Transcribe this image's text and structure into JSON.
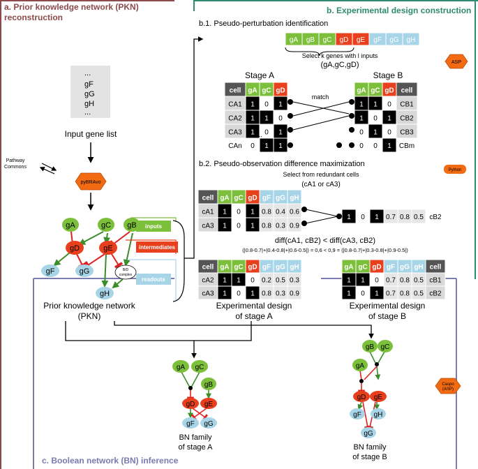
{
  "panels": {
    "a_title_line1": "a. Prior knowledge network (PKN)",
    "a_title_line2": "reconstruction",
    "b_title": "b. Experimental design construction",
    "c_title": "c. Boolean network (BN) inference"
  },
  "colors": {
    "panel_a": "#8c4a4a",
    "panel_b": "#2e8b72",
    "panel_c": "#7b7bb0",
    "input_green": "#7cbf3a",
    "intermediate_red": "#e8401c",
    "readout_blue": "#a7d4e6",
    "header_gray": "#555555",
    "cell_gray": "#d8d8d8",
    "tool_orange": "#f26b12"
  },
  "panel_a": {
    "gene_list": [
      "...",
      "gF",
      "gG",
      "gH",
      "..."
    ],
    "gene_list_label": "Input gene list",
    "pathway_commons_line1": "Pathway",
    "pathway_commons_line2": "Commons",
    "tool": "pyBRAvo",
    "legend": {
      "inputs": "inputs",
      "intermediates": "intermediates",
      "readouts": "readouts"
    },
    "complex_line1": "B/D",
    "complex_line2": "complex",
    "pkn_label_line1": "Prior knowledge network",
    "pkn_label_line2": "(PKN)"
  },
  "panel_b": {
    "b1_title": "b.1. Pseudo-perturbation identification",
    "genes": [
      "gA",
      "gB",
      "gC",
      "gD",
      "gE",
      "gF",
      "gG",
      "gH"
    ],
    "select_text": "Select k genes with l inputs",
    "select_set": "(gA,gC,gD)",
    "asp_tool": "ASP",
    "stageA_label": "Stage A",
    "stageB_label": "Stage B",
    "match_label": "match",
    "stageA_header": [
      "cell",
      "gA",
      "gC",
      "gD"
    ],
    "stageB_header": [
      "gA",
      "gC",
      "gD",
      "cell"
    ],
    "stageA_rows": [
      {
        "cell": "CA1",
        "v": [
          "1",
          "0",
          "1"
        ]
      },
      {
        "cell": "CA2",
        "v": [
          "1",
          "1",
          "0"
        ]
      },
      {
        "cell": "CA3",
        "v": [
          "1",
          "0",
          "1"
        ]
      },
      {
        "cell": "CAn",
        "v": [
          "0",
          "1",
          "1"
        ]
      }
    ],
    "stageB_rows": [
      {
        "cell": "CB1",
        "v": [
          "1",
          "1",
          "0"
        ]
      },
      {
        "cell": "CB2",
        "v": [
          "1",
          "0",
          "1"
        ]
      },
      {
        "cell": "CB3",
        "v": [
          "0",
          "1",
          "0"
        ]
      },
      {
        "cell": "CBm",
        "v": [
          "0",
          "0",
          "1"
        ]
      }
    ],
    "ellipsis": "...",
    "b2_title": "b.2. Pseudo-observation difference maximization",
    "python_tool": "Python",
    "select_redundant": "Select from redundant cells",
    "redundant_pair": "(cA1 or cA3)",
    "obs_header": [
      "cell",
      "gA",
      "gC",
      "gD",
      "gF",
      "gG",
      "gH"
    ],
    "obs_rows": [
      {
        "cell": "cA1",
        "v": [
          "1",
          "0",
          "1",
          "0.8",
          "0.4",
          "0.6"
        ]
      },
      {
        "cell": "cA3",
        "v": [
          "1",
          "0",
          "1",
          "0.8",
          "0.3",
          "0.9"
        ]
      }
    ],
    "obs_b2": {
      "cell": "cB2",
      "v": [
        "1",
        "0",
        "1",
        "0.7",
        "0.8",
        "0.5"
      ]
    },
    "diff_line": "diff(cA1, cB2) < diff(cA3, cB2)",
    "diff_formula": "(|0.8-0.7|+|0.4-0.8|+|0.6-0.5|) = 0,6 < 0,9 = (|0.8-0.7|+|0.3-0.8|+|0.9-0.5|)",
    "designA_header": [
      "cell",
      "gA",
      "gC",
      "gD",
      "gF",
      "gG",
      "gH"
    ],
    "designA_rows": [
      {
        "cell": "cA2",
        "v": [
          "1",
          "1",
          "0",
          "0.2",
          "0.5",
          "0.3"
        ]
      },
      {
        "cell": "cA3",
        "v": [
          "1",
          "0",
          "1",
          "0.8",
          "0.3",
          "0.9"
        ]
      }
    ],
    "designB_header": [
      "gA",
      "gC",
      "gD",
      "gF",
      "gG",
      "gH",
      "cell"
    ],
    "designB_rows": [
      {
        "cell": "cB1",
        "v": [
          "1",
          "1",
          "0",
          "0.7",
          "0.8",
          "0.5"
        ]
      },
      {
        "cell": "cB2",
        "v": [
          "1",
          "0",
          "1",
          "0.7",
          "0.8",
          "0.5"
        ]
      }
    ],
    "designA_label_line1": "Experimental design",
    "designA_label_line2": "of stage A",
    "designB_label_line1": "Experimental design",
    "designB_label_line2": "of stage B"
  },
  "panel_c": {
    "caspo_line1": "Caspo",
    "caspo_line2": "(ASP)",
    "bnA_label_line1": "BN family",
    "bnA_label_line2": "of stage A",
    "bnB_label_line1": "BN family",
    "bnB_label_line2": "of stage B"
  }
}
